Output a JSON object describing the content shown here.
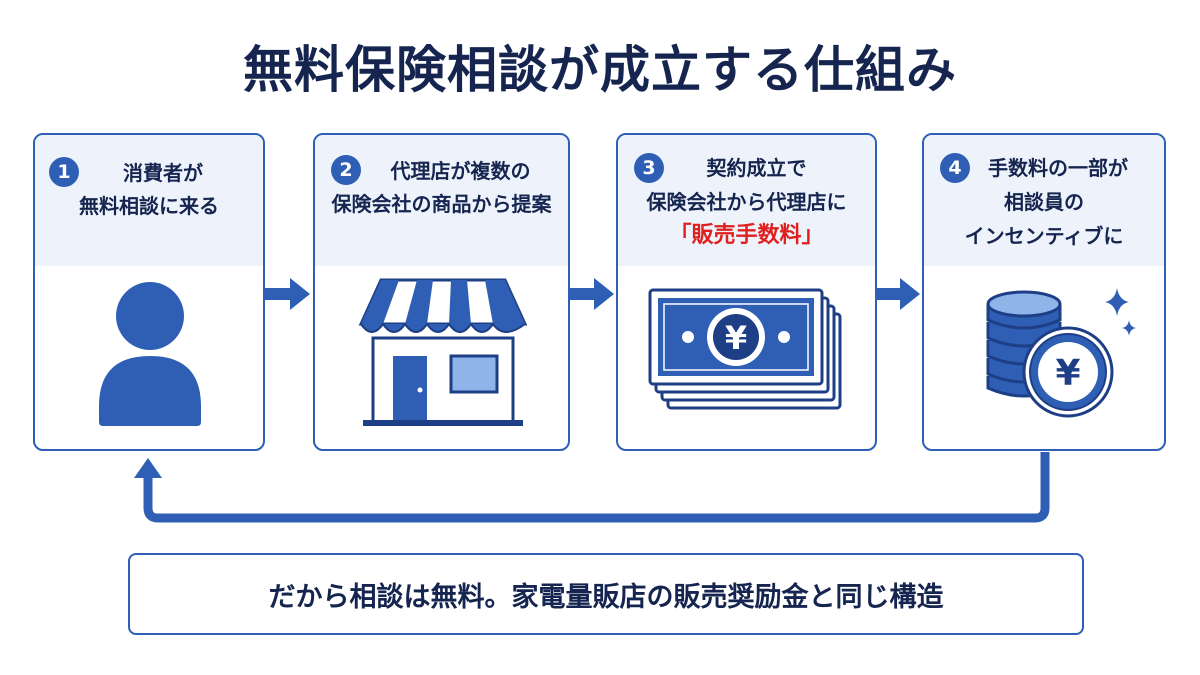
{
  "title": "無料保険相談が成立する仕組み",
  "steps": [
    {
      "number": "1",
      "lines": [
        "消費者が",
        "無料相談に来る"
      ],
      "icon": "person-icon"
    },
    {
      "number": "2",
      "lines": [
        "代理店が複数の",
        "保険会社の商品から提案"
      ],
      "icon": "storefront-icon"
    },
    {
      "number": "3",
      "lines": [
        "契約成立で",
        "保険会社から代理店に"
      ],
      "highlight": "「販売手数料」",
      "icon": "yen-banknotes-icon"
    },
    {
      "number": "4",
      "lines": [
        "手数料の一部が",
        "相談員の",
        "インセンティブに"
      ],
      "icon": "yen-coins-icon"
    }
  ],
  "summary": "だから相談は無料。家電量販店の販売奨励金と同じ構造",
  "colors": {
    "primary": "#2f5fb5",
    "dark_text": "#15254f",
    "highlight": "#e0201f",
    "card_header_bg": "#eef3fb"
  }
}
